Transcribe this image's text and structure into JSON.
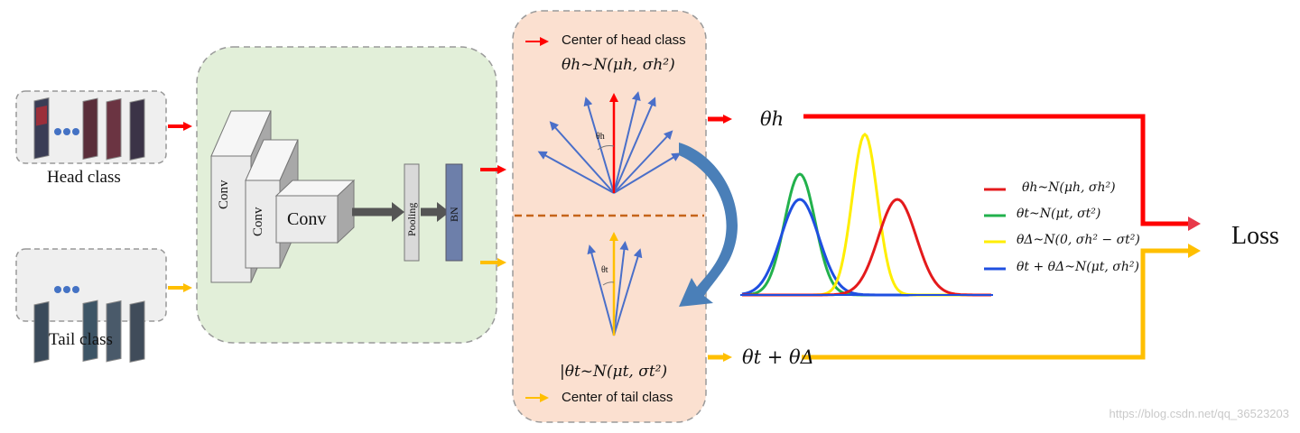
{
  "inputs": {
    "head_label": "Head  class",
    "tail_label": "Tail class"
  },
  "network": {
    "conv1": "Conv",
    "conv2": "Conv",
    "conv3": "Conv",
    "pooling": "Pooling",
    "bn": "BN"
  },
  "center_panel": {
    "head_legend": "Center of head class",
    "head_dist": "θh~N(μh, σh²)",
    "head_angle": "θh",
    "tail_angle": "θt",
    "tail_dist": "|θt~N(μt, σt²)",
    "tail_legend": "Center of tail class"
  },
  "outputs": {
    "theta_h": "θh",
    "theta_sum": "θt + θΔ",
    "loss": "Loss"
  },
  "legend": [
    {
      "label": "θh~N(μh, σh²)",
      "color": "#e41a1c"
    },
    {
      "label": "θt~N(μt, σt²)",
      "color": "#22b14c"
    },
    {
      "label": "θΔ~N(0, σh² − σt²)",
      "color": "#ffee00"
    },
    {
      "label": "θt + θΔ~N(μt, σh²)",
      "color": "#1f4fe0"
    }
  ],
  "colors": {
    "head": "#ff0000",
    "tail": "#ffbf00",
    "arc": "#4a7fb8",
    "vectors": "#4a6fc9",
    "cnn_bg": "#e2efd9",
    "center_bg": "#fbe0d0",
    "divider": "#c5651a"
  },
  "watermark": "https://blog.csdn.net/qq_36523203"
}
